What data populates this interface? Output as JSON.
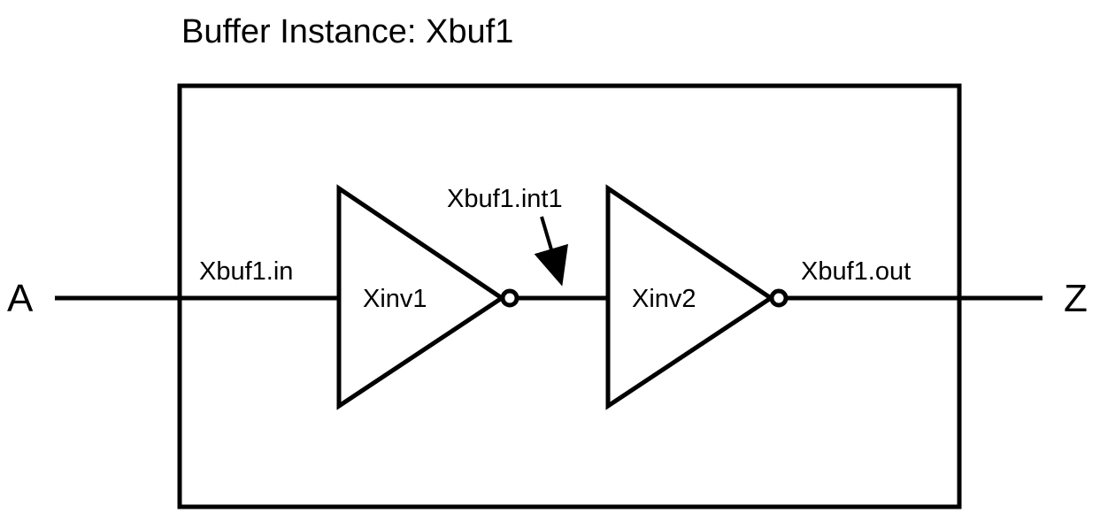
{
  "diagram": {
    "title": "Buffer Instance: Xbuf1",
    "input_port": "A",
    "output_port": "Z",
    "input_net": "Xbuf1.in",
    "internal_net": "Xbuf1.int1",
    "output_net": "Xbuf1.out",
    "inverter1": "Xinv1",
    "inverter2": "Xinv2",
    "colors": {
      "stroke": "#000000",
      "background": "#ffffff"
    }
  }
}
